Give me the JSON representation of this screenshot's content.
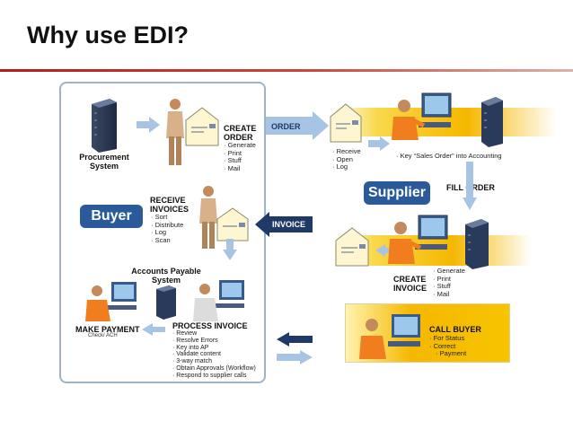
{
  "slide": {
    "title": "Why use EDI?"
  },
  "buyer": {
    "badge": "Buyer",
    "procurement": {
      "line1": "Procurement",
      "line2": "System"
    },
    "create_order": {
      "title_l1": "CREATE",
      "title_l2": "ORDER",
      "steps": [
        "Generate",
        "Print",
        "Stuff",
        "Mail"
      ]
    },
    "receive_invoices": {
      "title_l1": "RECEIVE",
      "title_l2": "INVOICES",
      "steps": [
        "Sort",
        "Distribute",
        "Log",
        "Scan"
      ]
    },
    "ap_system": {
      "line1": "Accounts Payable",
      "line2": "System"
    },
    "make_payment": {
      "title": "MAKE PAYMENT",
      "sub": "Check/ ACH"
    },
    "process_invoice": {
      "title": "PROCESS INVOICE",
      "steps": [
        "Review",
        "Resolve Errors",
        "Key into AP",
        "Validate content",
        "3-way match",
        "Obtain Approvals (Workflow)",
        "Respond to supplier calls"
      ]
    }
  },
  "flows": {
    "order": "ORDER",
    "invoice": "INVOICE"
  },
  "supplier": {
    "badge": "Supplier",
    "receive_steps": [
      "Receive",
      "Open",
      "Log"
    ],
    "key_note": "Key “Sales Order” into Accounting",
    "fill_order": "FILL ORDER",
    "create_invoice": {
      "title_l1": "CREATE",
      "title_l2": "INVOICE",
      "steps": [
        "Generate",
        "Print",
        "Stuff",
        "Mail"
      ]
    },
    "call_buyer": {
      "title": "CALL BUYER",
      "steps": [
        "For Status",
        "Correct",
        "Payment"
      ]
    }
  },
  "colors": {
    "accent_blue": "#2a5a9a",
    "arrow_blue": "#a8c4e4",
    "dark_navy": "#1f3a66",
    "gold": "#f5b800",
    "rule_red": "#b41c1c"
  }
}
